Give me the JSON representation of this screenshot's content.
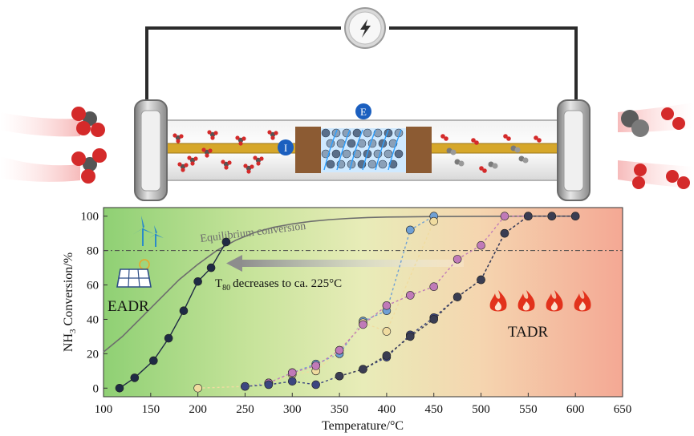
{
  "reactor": {
    "label_E": "E",
    "label_I": "I",
    "power_icon": "lightning-bolt-icon"
  },
  "chart_data": {
    "type": "scatter",
    "xlabel": "Temperature/°C",
    "ylabel_prefix": "NH",
    "ylabel_sub": "3",
    "ylabel_suffix": " Conversion/%",
    "xlim": [
      100,
      650
    ],
    "ylim": [
      -5,
      105
    ],
    "xticks": [
      100,
      150,
      200,
      250,
      300,
      350,
      400,
      450,
      500,
      550,
      600,
      650
    ],
    "yticks": [
      0,
      20,
      40,
      60,
      80,
      100
    ],
    "reference_line_y": 80,
    "annotations": {
      "equilibrium": "Equilibrium conversion",
      "arrow_text": "decreases to ca. 225°C",
      "arrow_T": "T",
      "arrow_sub": "80",
      "eadr": "EADR",
      "tadr": "TADR"
    },
    "equilibrium_curve": {
      "x": [
        100,
        120,
        140,
        160,
        180,
        200,
        220,
        240,
        260,
        280,
        300,
        320,
        340,
        360,
        380,
        400,
        450,
        500,
        550,
        600
      ],
      "y": [
        21,
        30,
        41,
        52,
        63,
        72,
        80,
        86,
        90.5,
        93.5,
        95.5,
        97,
        98,
        98.7,
        99.2,
        99.5,
        99.8,
        99.9,
        100,
        100
      ]
    },
    "series": [
      {
        "color": "#1f2a44",
        "x": [
          117,
          133,
          153,
          169,
          185,
          200,
          214,
          230
        ],
        "y": [
          0,
          6,
          16,
          29,
          45,
          62,
          70,
          85
        ]
      },
      {
        "color": "#6fa0d4",
        "x": [
          250,
          275,
          300,
          325,
          350,
          375,
          400,
          425,
          450
        ],
        "y": [
          1,
          3,
          9,
          14,
          20,
          39,
          45,
          92,
          100
        ]
      },
      {
        "color": "#f0dca0",
        "x": [
          200,
          250,
          275,
          300,
          325,
          350,
          375,
          400,
          450
        ],
        "y": [
          0,
          1,
          3,
          8,
          10,
          22,
          38,
          33,
          97
        ]
      },
      {
        "color": "#c07ab8",
        "x": [
          275,
          300,
          325,
          350,
          375,
          400,
          425,
          450,
          475,
          500,
          525,
          550
        ],
        "y": [
          3,
          9,
          13,
          22,
          37,
          48,
          54,
          59,
          75,
          83,
          100,
          100
        ]
      },
      {
        "color": "#3c4680",
        "x": [
          250,
          275,
          300,
          325,
          350,
          375,
          400,
          425,
          450,
          475,
          500,
          525,
          550,
          575,
          600
        ],
        "y": [
          1,
          2,
          4,
          2,
          7,
          11,
          18,
          31,
          41,
          53,
          63,
          90,
          100,
          100,
          100
        ]
      },
      {
        "color": "#3a3d52",
        "x": [
          350,
          375,
          400,
          425,
          450,
          475,
          500,
          525,
          550,
          575,
          600
        ],
        "y": [
          7,
          11,
          19,
          30,
          40,
          53,
          63,
          90,
          100,
          100,
          100
        ]
      }
    ]
  }
}
